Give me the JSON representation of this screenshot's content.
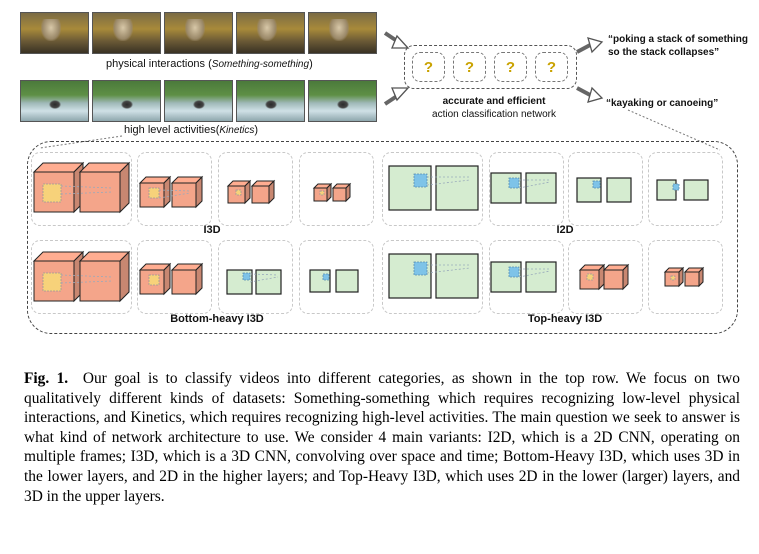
{
  "strips": {
    "something_something": {
      "caption_prefix": "physical interactions (",
      "caption_dataset": "Something-something",
      "caption_suffix": ")"
    },
    "kinetics": {
      "caption_prefix": "high level activities(",
      "caption_dataset": "Kinetics",
      "caption_suffix": ")"
    }
  },
  "network": {
    "placeholders": [
      "?",
      "?",
      "?",
      "?"
    ],
    "title": "accurate and efficient",
    "subtitle": "action classification network"
  },
  "outputs": {
    "top": [
      "“poking a stack of something",
      "so the stack collapses”"
    ],
    "bottom": "“kayaking or canoeing”"
  },
  "variants": {
    "i3d": "I3D",
    "i2d": "I2D",
    "bottom_heavy": "Bottom-heavy I3D",
    "top_heavy": "Top-heavy I3D"
  },
  "colors": {
    "cube_3d": "#f4a58a",
    "square_2d": "#d5ecd0",
    "highlight_3d": "#f7d27a",
    "highlight_2d": "#7ec3e8",
    "question_mark": "#c9a200"
  },
  "caption": {
    "label": "Fig. 1.",
    "text": "Our goal is to classify videos into different categories, as shown in the top row. We focus on two qualitatively different kinds of datasets: Something-something which requires recognizing low-level physical interactions, and Kinetics, which requires recognizing high-level activities. The main question we seek to answer is what kind of network architecture to use. We consider 4 main variants: I2D, which is a 2D CNN, operating on multiple frames; I3D, which is a 3D CNN, convolving over space and time; Bottom-Heavy I3D, which uses 3D in the lower layers, and 2D in the higher layers; and Top-Heavy I3D, which uses 2D in the lower (larger) layers, and 3D in the upper layers."
  }
}
